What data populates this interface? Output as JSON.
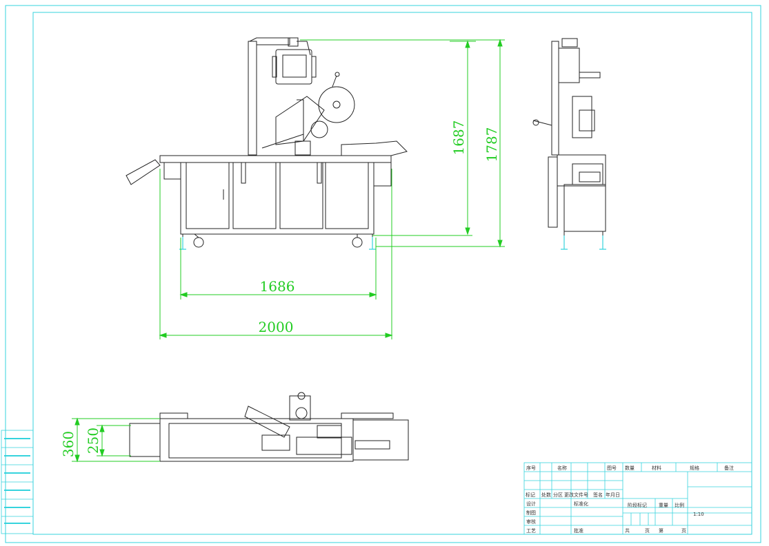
{
  "front_view": {
    "dim_height_body": "1687",
    "dim_height_total": "1787",
    "dim_width_frame": "1686",
    "dim_width_total": "2000"
  },
  "top_view": {
    "dim_360": "360",
    "dim_250": "250"
  },
  "title_block": {
    "row1": [
      "序号",
      "名称",
      "图号",
      "数量",
      "材料",
      "规格",
      "备注"
    ],
    "row_mark": [
      "标记",
      "处数",
      "分区",
      "更改文件号",
      "签名",
      "年月日"
    ],
    "design": "设计",
    "standard": "标准化",
    "draw": "制图",
    "check": "审核",
    "craft": "工艺",
    "approve": "批准",
    "stage": "阶段标记",
    "weight": "重量",
    "scale": "比例",
    "ratio": "1:10",
    "total": "共",
    "sheet": "页",
    "nth": "第"
  },
  "colors": {
    "frame": "#35d3dd",
    "dimension": "#22cc22",
    "line": "#222222"
  }
}
